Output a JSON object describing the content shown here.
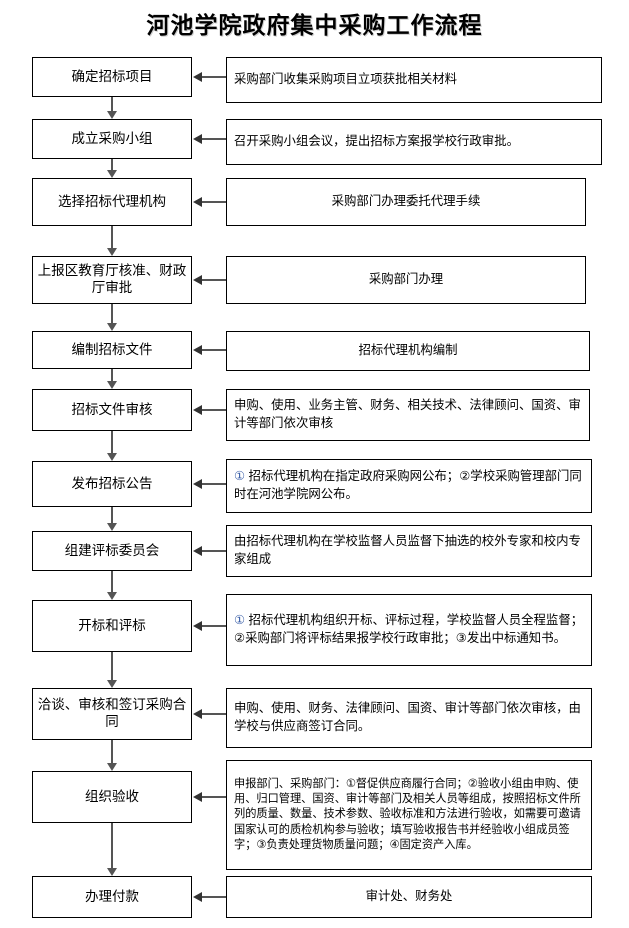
{
  "title": "河池学院政府集中采购工作流程",
  "accent_circled_number_color": "#3a5fa8",
  "line_color": "#555555",
  "steps": [
    {
      "id": "step-1",
      "label": "确定招标项目",
      "desc": "采购部门收集采购项目立项获批相关材料",
      "desc_align": "left"
    },
    {
      "id": "step-2",
      "label": "成立采购小组",
      "desc": "召开采购小组会议，提出招标方案报学校行政审批。",
      "desc_align": "left"
    },
    {
      "id": "step-3",
      "label": "选择招标代理机构",
      "desc": "采购部门办理委托代理手续",
      "desc_align": "center"
    },
    {
      "id": "step-4",
      "label": "上报区教育厅核准、财政厅审批",
      "desc": "采购部门办理",
      "desc_align": "center"
    },
    {
      "id": "step-5",
      "label": "编制招标文件",
      "desc": "招标代理机构编制",
      "desc_align": "center"
    },
    {
      "id": "step-6",
      "label": "招标文件审核",
      "desc": "申购、使用、业务主管、财务、相关技术、法律顾问、国资、审计等部门依次审核",
      "desc_align": "left"
    },
    {
      "id": "step-7",
      "label": "发布招标公告",
      "desc_prefix": "①",
      "desc": " 招标代理机构在指定政府采购网公布；②学校采购管理部门同时在河池学院网公布。",
      "desc_align": "left"
    },
    {
      "id": "step-8",
      "label": "组建评标委员会",
      "desc": "由招标代理机构在学校监督人员监督下抽选的校外专家和校内专家组成",
      "desc_align": "left"
    },
    {
      "id": "step-9",
      "label": "开标和评标",
      "desc_prefix": "①",
      "desc": " 招标代理机构组织开标、评标过程，学校监督人员全程监督；②采购部门将评标结果报学校行政审批；③发出中标通知书。",
      "desc_align": "left"
    },
    {
      "id": "step-10",
      "label": "洽谈、审核和签订采购合同",
      "desc": "申购、使用、财务、法律顾问、国资、审计等部门依次审核，由学校与供应商签订合同。",
      "desc_align": "left"
    },
    {
      "id": "step-11",
      "label": "组织验收",
      "desc": "申报部门、采购部门：①督促供应商履行合同；②验收小组由申购、使用、归口管理、国资、审计等部门及相关人员等组成，按照招标文件所列的质量、数量、技术参数、验收标准和方法进行验收，如需要可邀请国家认可的质检机构参与验收；填写验收报告书并经验收小组成员签字；③负责处理货物质量问题；④固定资产入库。",
      "desc_align": "left"
    },
    {
      "id": "step-12",
      "label": "办理付款",
      "desc": "审计处、财务处",
      "desc_align": "center"
    }
  ]
}
